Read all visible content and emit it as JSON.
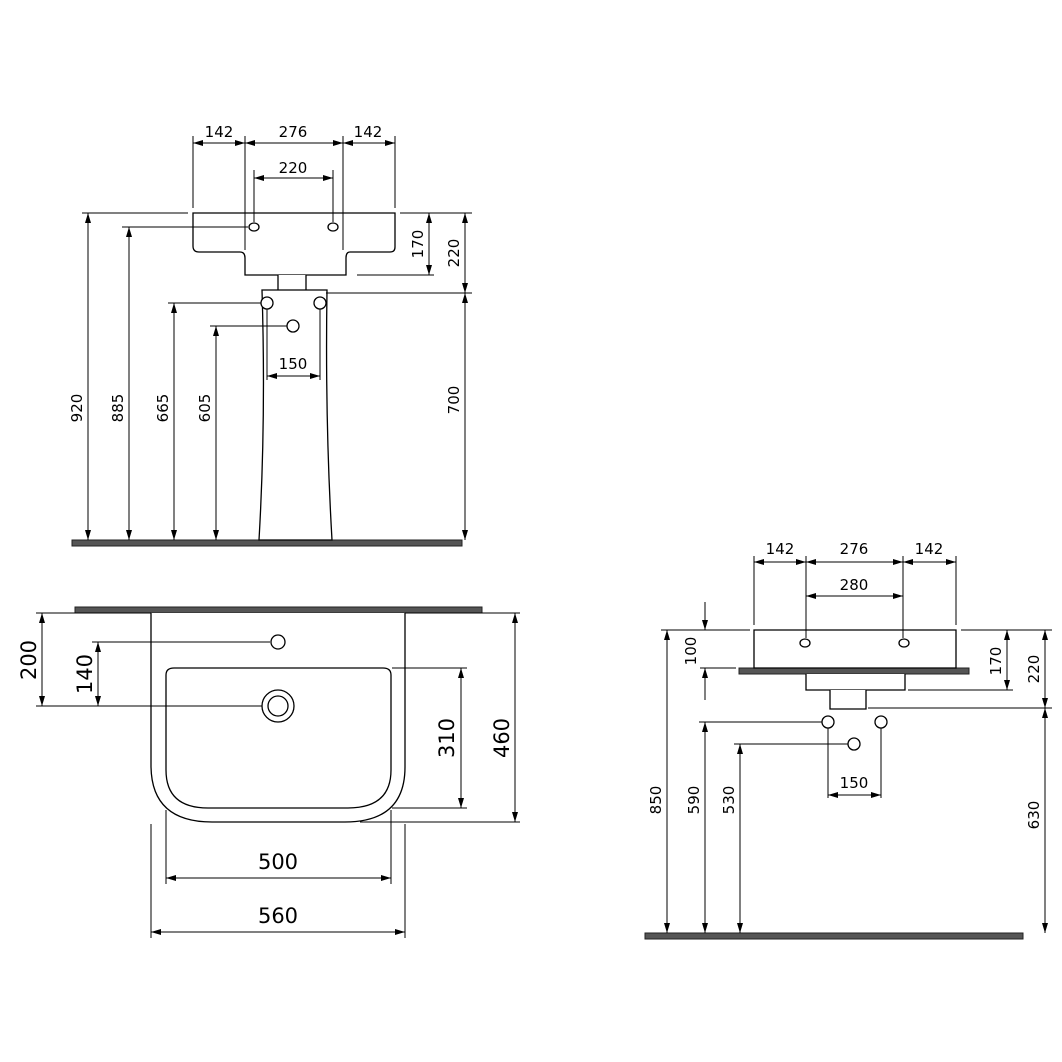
{
  "pedestal_view": {
    "top_dims": [
      "142",
      "276",
      "142"
    ],
    "inner_dim": "220",
    "pipe_dim": "150",
    "left_dims": [
      "920",
      "885",
      "665",
      "605"
    ],
    "right_dims": [
      "170",
      "220",
      "700"
    ]
  },
  "plan_view": {
    "width_outer": "560",
    "width_inner": "500",
    "left_dims": [
      "200",
      "140"
    ],
    "right_dims": [
      "310",
      "460"
    ]
  },
  "wall_view": {
    "top_dims": [
      "142",
      "276",
      "142"
    ],
    "inner_dim": "280",
    "pipe_dim": "150",
    "left_dims": [
      "850",
      "590",
      "530",
      "100"
    ],
    "right_dims": [
      "170",
      "220",
      "630"
    ]
  },
  "colors": {
    "line": "#000000",
    "floor": "#555555",
    "background": "#ffffff"
  }
}
